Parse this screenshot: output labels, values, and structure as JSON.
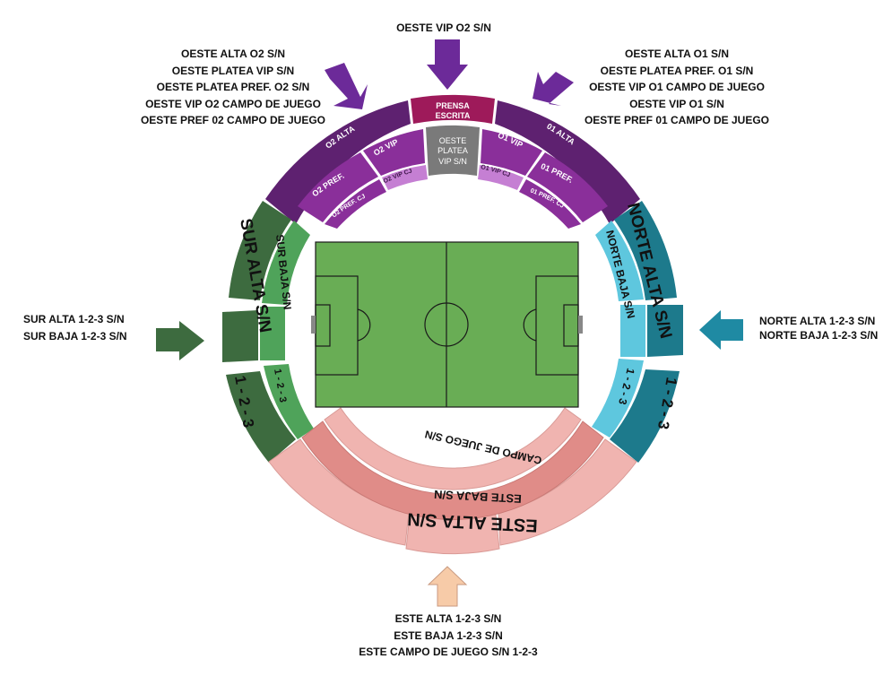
{
  "labels": {
    "oeste_vip_o2": "OESTE VIP O2 S/N",
    "left_top": [
      "OESTE ALTA O2 S/N",
      "OESTE PLATEA VIP S/N",
      "OESTE PLATEA PREF. O2 S/N",
      "OESTE VIP O2 CAMPO DE JUEGO",
      "OESTE PREF 02 CAMPO DE JUEGO"
    ],
    "right_top": [
      "OESTE ALTA O1 S/N",
      "OESTE PLATEA PREF. O1 S/N",
      "OESTE VIP O1 CAMPO DE JUEGO",
      "OESTE VIP O1 S/N",
      "OESTE PREF 01 CAMPO DE JUEGO"
    ],
    "sur": [
      "SUR ALTA 1-2-3 S/N",
      "SUR BAJA 1-2-3 S/N"
    ],
    "norte": [
      "NORTE ALTA 1-2-3 S/N",
      "NORTE BAJA 1-2-3 S/N"
    ],
    "este": [
      "ESTE ALTA 1-2-3 S/N",
      "ESTE BAJA 1-2-3 S/N",
      "ESTE CAMPO DE JUEGO S/N 1-2-3"
    ]
  },
  "sections": {
    "prensa": "PRENSA",
    "escrita": "ESCRITA",
    "oeste_platea_1": "OESTE",
    "oeste_platea_2": "PLATEA",
    "oeste_platea_3": "VIP S/N",
    "o2_alta": "O2 ALTA",
    "o2_vip": "O2 VIP",
    "o2_pref": "O2 PREF.",
    "o2_vip_cj": "O2 VIP CJ",
    "o2_pref_cj": "O2 PREF. CJ",
    "o1_alta": "01 ALTA",
    "o1_vip": "O1 VIP",
    "o1_pref": "01 PREF.",
    "o1_vip_cj": "O1 VIP CJ",
    "o1_pref_cj": "01 PREF. CJ",
    "sur_alta": "SUR ALTA S/N",
    "sur_alta_num": "1 - 2 - 3",
    "sur_baja": "SUR BAJA S/N",
    "sur_baja_num": "1 - 2 - 3",
    "norte_alta": "NORTE ALTA S/N",
    "norte_alta_num": "1 - 2 - 3",
    "norte_baja": "NORTE BAJA S/N",
    "norte_baja_num": "1 - 2 - 3",
    "este_alta": "ESTE ALTA S/N",
    "este_baja": "ESTE BAJA S/N",
    "este_campo": "CAMPO DE JUEGO S/N"
  },
  "colors": {
    "oeste_dark": "#5e2170",
    "oeste_mid": "#8a2f9a",
    "oeste_light": "#c57fd3",
    "prensa": "#9e1a5a",
    "platea": "#7a7a7a",
    "sur_dark": "#3d6b3f",
    "sur_light": "#4fa35a",
    "norte_dark": "#1d7a8c",
    "norte_light": "#5ec7de",
    "este_light": "#f0b4b0",
    "este_mid": "#e08c88",
    "field": "#69ad55",
    "arrow_oeste": "#6c2a99",
    "arrow_sur": "#3d6b3f",
    "arrow_norte": "#1f8aa3",
    "arrow_este": "#f7cba8"
  }
}
